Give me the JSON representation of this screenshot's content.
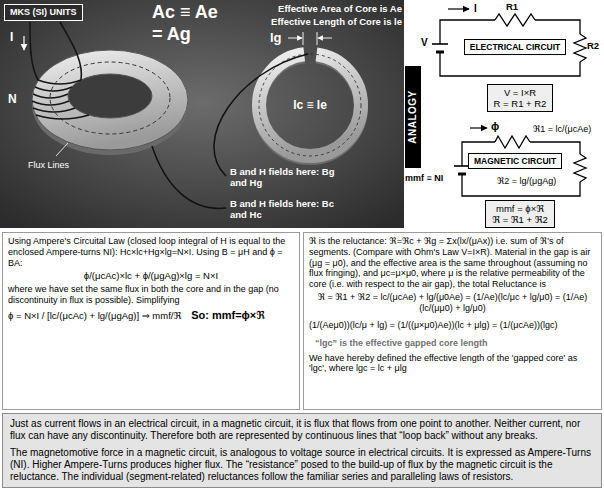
{
  "diagram": {
    "nodes": [
      {
        "text": [
          "Ac ≡ Ae = Ag",
          "Effective Area of Core is Ae",
          "Effective Length of Core is le",
          "I",
          "N",
          "Flux Lines",
          "lg",
          "lc ≡ le",
          "B and H fields here: Bg and Hg",
          "B and H fields here: Bc and Hc"
        ]
      },
      {
        "text": [
          "MKS (SI) UNITS"
        ],
        "in": 0
      },
      {
        "text": [
          "ANALOGY"
        ]
      },
      {
        "text": [
          "ELECTRICAL CIRCUIT"
        ]
      },
      {
        "text": [
          "V = I×R",
          "R = R1 + R2"
        ]
      },
      {
        "text": [
          "MAGNETIC CIRCUIT"
        ]
      },
      {
        "text": [
          "mmf = ϕ×ℜ",
          "ℜ = ℜ1 + ℜ2"
        ]
      },
      {
        "text": [
          "Using Ampere's Circuital Law (closed loop integral of H is equal to the enclosed Ampere-turns NI): Hc×lc+Hg×lg=N×I. Using B = μH and ϕ = BA:",
          "ϕ/(μcAc)×lc + ϕ/(μgAg)×lg = N×I",
          "where we have set the same flux in both the core and in the gap (no discontinuity in flux is possible). Simplifying",
          "ϕ = N×I / [lc/(μcAc) + lg/(μgAg)] ⇒ mmf/ℜ",
          "So: mmf=ϕ×ℜ"
        ]
      },
      {
        "text": [
          "ℜ is the reluctance: ℜ=ℜc + ℜg = Σx(lx/(μAx)) i.e. sum of ℜ's of segments. (Compare with Ohm's Law V=I×R). Material in the gap is air (μg = μ0), and the effective area is the same throughout (assuming no flux fringing), and μc=μ×μ0, where μ is the relative permeability of the core (i.e. with respect to the air gap), the total Reluctance is",
          "ℜ = ℜ1 + ℜ2 = lc/(μcAe) + lg/(μ0Ae) = (1/Ae)(lc/μc + lg/μ0) = (1/Ae)(lc/(μμ0) + lg/μ0)",
          "(1/(Aeμ0))(lc/μ + lg) = (1/((μ×μ0)Ae))(lc + μlg) = (1/(μcAe))(lgc)",
          "“lgc” is the effective gapped core length",
          "We have hereby defined the effective length of the 'gapped core' as 'lgc', where lgc = lc + μlg"
        ]
      },
      {
        "text": [
          "Just as current flows in an electrical circuit, in a magnetic circuit, it is flux that flows from one point to another. Neither current, nor flux can have any discontinuity. Therefore both are represented by continuous lines that “loop back” without any breaks.",
          "The magnetomotive force in a magnetic circuit, is analogous to voltage source in electrical circuits. It is expressed as Ampere-Turns (NI). Higher Ampere-Turns produces higher flux. The “resistance” posed to the build-up of flux by the magnetic circuit is the reluctance. The individual (segment-related) reluctances follow the familiar series and paralleling laws of resistors."
        ]
      }
    ],
    "labels": [
      "I",
      "V",
      "R1",
      "R2",
      "ϕ",
      "mmf ≡ NI",
      "ℜ1 = lc/(μcAe)",
      "ℜ2 = lg/(μgAg)"
    ]
  }
}
